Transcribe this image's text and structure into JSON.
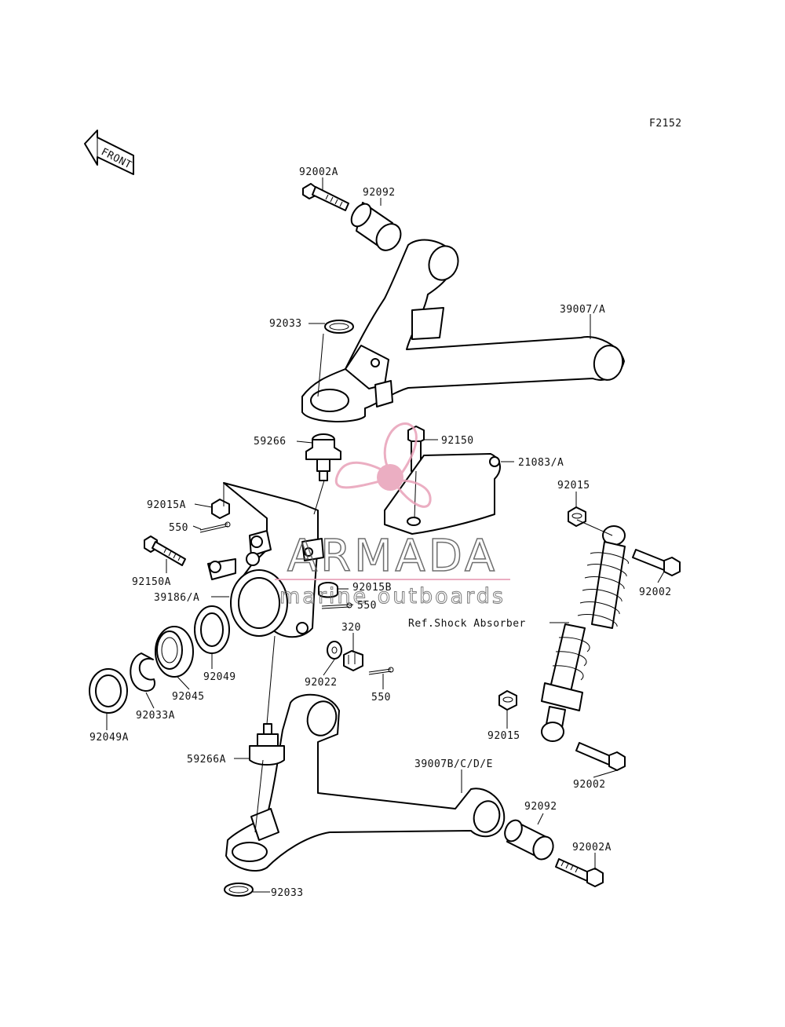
{
  "figure_code": "F2152",
  "direction_label": "FRONT",
  "labels": {
    "p92002A_top": "92002A",
    "p92092_top": "92092",
    "p92033_top": "92033",
    "p39007A": "39007/A",
    "p59266": "59266",
    "p92150": "92150",
    "p21083A": "21083/A",
    "p92015_right": "92015",
    "p92015A": "92015A",
    "p550_a": "550",
    "p92002_upper": "92002",
    "p92150A": "92150A",
    "p92015B": "92015B",
    "p39186A": "39186/A",
    "p550_b": "550",
    "ref_shock": "Ref.Shock Absorber",
    "p320": "320",
    "p92049": "92049",
    "p92022": "92022",
    "p92045": "92045",
    "p550_c": "550",
    "p92033A": "92033A",
    "p92049A": "92049A",
    "p92015_lower": "92015",
    "p59266A": "59266A",
    "p39007BCDE": "39007B/C/D/E",
    "p92002_lower": "92002",
    "p92092_bottom": "92092",
    "p92002A_bottom": "92002A",
    "p92033_bottom": "92033"
  },
  "watermark": {
    "brand": "ARMADA",
    "tagline": "marine outboards",
    "accent_color": "#e8a0b8"
  }
}
